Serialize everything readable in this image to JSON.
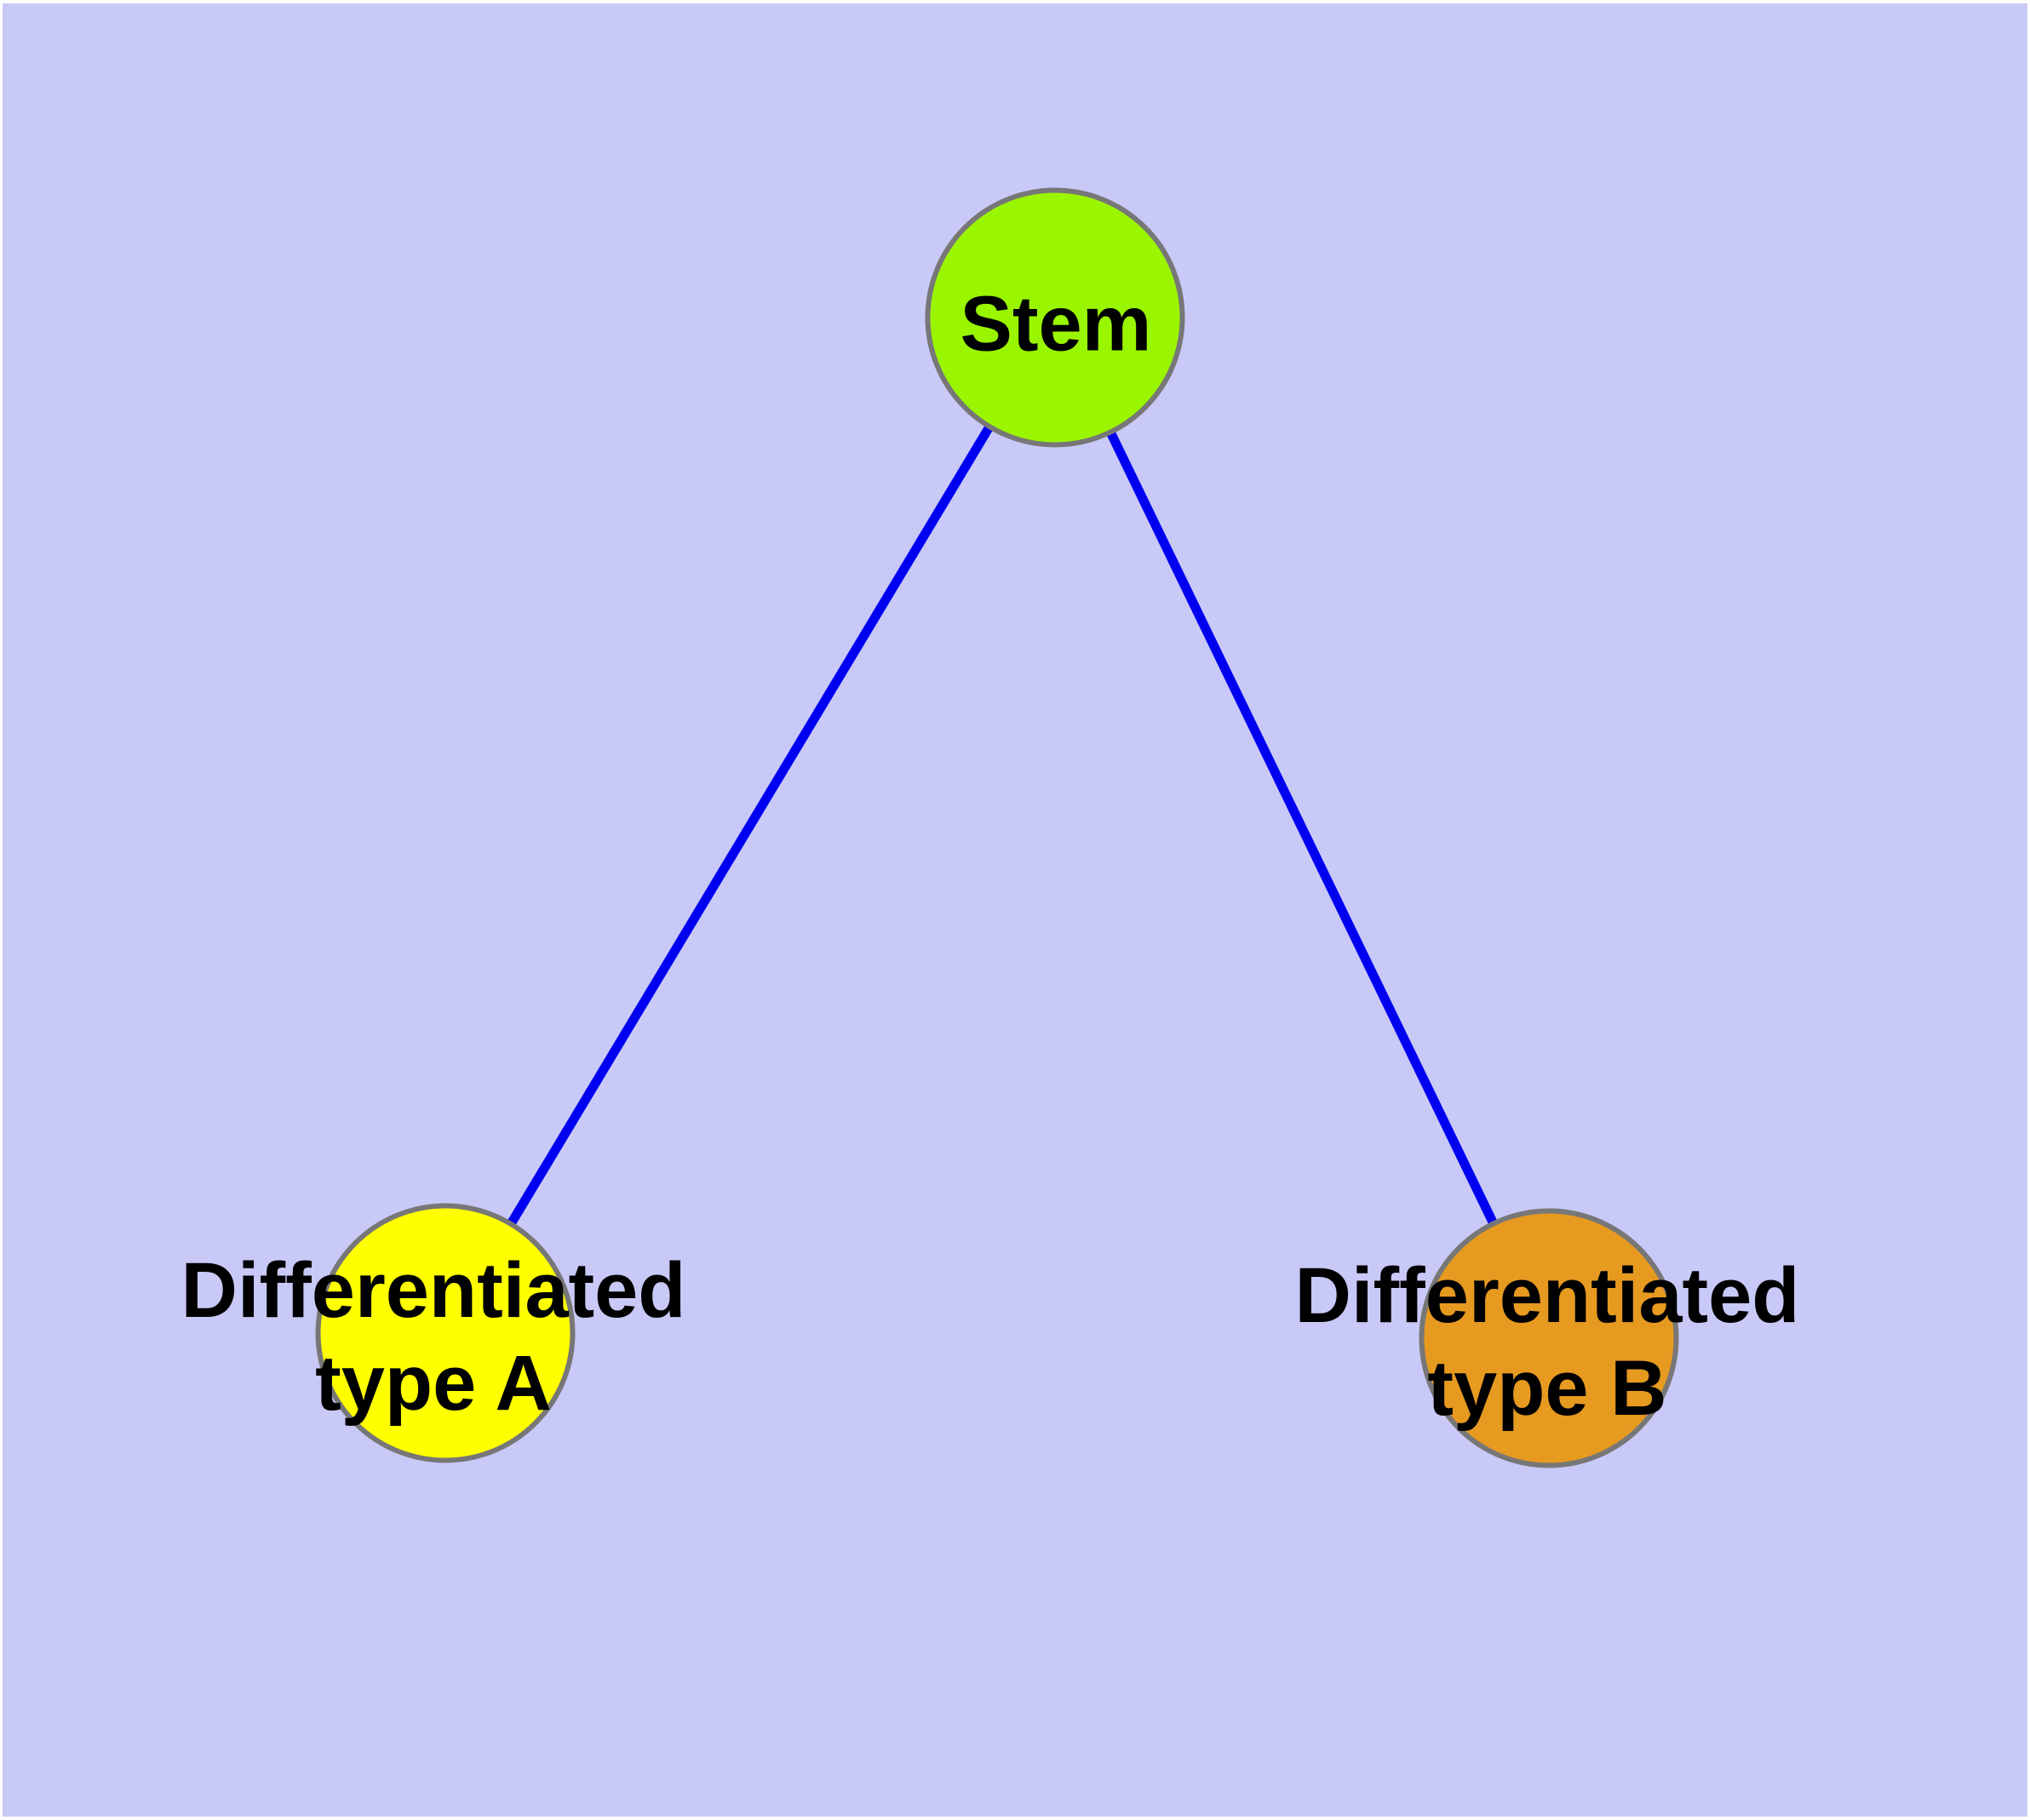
{
  "colors": {
    "background": "#C9C9F8",
    "page_margin": "#FFFFFF",
    "edge": "#0000F0",
    "node_border": "#777777",
    "label_text": "#000000"
  },
  "nodes": [
    {
      "id": "stem",
      "label_lines": [
        "Stem"
      ],
      "fill": "#9AF600"
    },
    {
      "id": "differentiated-type-a",
      "label_lines": [
        "Differentiated",
        "type A"
      ],
      "fill": "#FFFF00"
    },
    {
      "id": "differentiated-type-b",
      "label_lines": [
        "Differentiated",
        "type B"
      ],
      "fill": "#E69A20"
    }
  ],
  "edges": [
    {
      "from": "stem",
      "to": "differentiated-type-a"
    },
    {
      "from": "stem",
      "to": "differentiated-type-b"
    }
  ]
}
